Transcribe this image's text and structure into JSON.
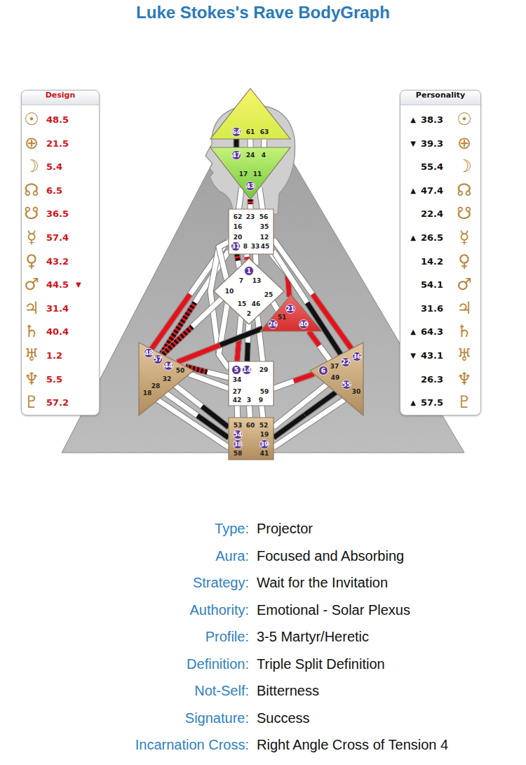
{
  "diagram": {
    "title": "Luke Stokes's Rave BodyGraph",
    "nodes": [
      {
        "text": [
          "Design"
        ]
      },
      {
        "text": [
          "64",
          "61",
          "63"
        ]
      },
      {
        "text": [
          "47",
          "24",
          "4",
          "17",
          "11",
          "43"
        ]
      },
      {
        "text": [
          "62",
          "23",
          "56",
          "16",
          "35",
          "20",
          "12",
          "31",
          "8",
          "33",
          "45"
        ]
      },
      {
        "text": [
          "1",
          "7",
          "13",
          "10",
          "25",
          "15",
          "46",
          "2"
        ]
      },
      {
        "text": [
          "21",
          "51",
          "26",
          "40"
        ]
      },
      {
        "text": [
          "48",
          "57",
          "44",
          "50",
          "32",
          "28",
          "18"
        ]
      },
      {
        "text": [
          "5",
          "14",
          "29",
          "34",
          "27",
          "59",
          "42",
          "3",
          "9"
        ]
      },
      {
        "text": [
          "36",
          "22",
          "37",
          "6",
          "49",
          "55",
          "30"
        ]
      },
      {
        "text": [
          "53",
          "60",
          "52",
          "54",
          "19",
          "38",
          "39",
          "58",
          "41"
        ]
      },
      {
        "text": [
          "Personality"
        ]
      }
    ],
    "edges": [
      {
        "from": 1,
        "to": 2,
        "arrow": "none"
      },
      {
        "from": 1,
        "to": 2,
        "arrow": "none"
      },
      {
        "from": 1,
        "to": 2,
        "arrow": "none"
      },
      {
        "from": 2,
        "to": 3,
        "arrow": "none"
      },
      {
        "from": 2,
        "to": 3,
        "arrow": "none"
      },
      {
        "from": 2,
        "to": 3,
        "arrow": "none"
      },
      {
        "from": 3,
        "to": 4,
        "arrow": "none"
      },
      {
        "from": 3,
        "to": 4,
        "arrow": "none"
      },
      {
        "from": 3,
        "to": 4,
        "arrow": "none"
      },
      {
        "from": 3,
        "to": 6,
        "arrow": "none"
      },
      {
        "from": 3,
        "to": 6,
        "arrow": "none"
      },
      {
        "from": 3,
        "to": 7,
        "arrow": "none"
      },
      {
        "from": 3,
        "to": 5,
        "arrow": "none"
      },
      {
        "from": 3,
        "to": 8,
        "arrow": "none"
      },
      {
        "from": 3,
        "to": 8,
        "arrow": "none"
      },
      {
        "from": 4,
        "to": 3,
        "arrow": "none"
      },
      {
        "from": 4,
        "to": 7,
        "arrow": "none"
      },
      {
        "from": 4,
        "to": 6,
        "arrow": "none"
      },
      {
        "from": 4,
        "to": 7,
        "arrow": "none"
      },
      {
        "from": 4,
        "to": 7,
        "arrow": "none"
      },
      {
        "from": 4,
        "to": 7,
        "arrow": "none"
      },
      {
        "from": 4,
        "to": 5,
        "arrow": "none"
      },
      {
        "from": 5,
        "to": 6,
        "arrow": "none"
      },
      {
        "from": 5,
        "to": 8,
        "arrow": "none"
      },
      {
        "from": 7,
        "to": 6,
        "arrow": "none"
      },
      {
        "from": 7,
        "to": 6,
        "arrow": "none"
      },
      {
        "from": 7,
        "to": 8,
        "arrow": "none"
      },
      {
        "from": 7,
        "to": 9,
        "arrow": "none"
      },
      {
        "from": 7,
        "to": 9,
        "arrow": "none"
      },
      {
        "from": 7,
        "to": 9,
        "arrow": "none"
      },
      {
        "from": 9,
        "to": 6,
        "arrow": "none"
      },
      {
        "from": 9,
        "to": 6,
        "arrow": "none"
      },
      {
        "from": 9,
        "to": 6,
        "arrow": "none"
      },
      {
        "from": 9,
        "to": 8,
        "arrow": "none"
      },
      {
        "from": 9,
        "to": 8,
        "arrow": "none"
      },
      {
        "from": 9,
        "to": 8,
        "arrow": "none"
      }
    ],
    "labels": [
      "☉",
      "48.5",
      "⊕",
      "21.5",
      "☽",
      "5.4",
      "☊",
      "6.5",
      "☋",
      "36.5",
      "☿",
      "57.4",
      "♀",
      "43.2",
      "♂",
      "44.5",
      "▼",
      "♃",
      "31.4",
      "♄",
      "40.4",
      "♅",
      "1.2",
      "♆",
      "5.5",
      "♇",
      "57.2",
      "▲",
      "38.3",
      "☉",
      "▼",
      "39.3",
      "⊕",
      "55.4",
      "☽",
      "▲",
      "47.4",
      "☊",
      "22.4",
      "☋",
      "▲",
      "26.5",
      "☿",
      "14.2",
      "♀",
      "54.1",
      "♂",
      "31.6",
      "♃",
      "▲",
      "64.3",
      "♄",
      "▼",
      "43.1",
      "♅",
      "26.3",
      "♆",
      "▲",
      "57.5",
      "♇",
      "Type:",
      "Projector",
      "Aura:",
      "Focused and Absorbing",
      "Strategy:",
      "Wait for the Invitation",
      "Authority:",
      "Emotional - Solar Plexus",
      "Profile:",
      "3-5 Martyr/Heretic",
      "Definition:",
      "Triple Split Definition",
      "Not-Self:",
      "Bitterness",
      "Signature:",
      "Success",
      "Incarnation Cross:",
      "Right Angle Cross of Tension 4"
    ]
  }
}
